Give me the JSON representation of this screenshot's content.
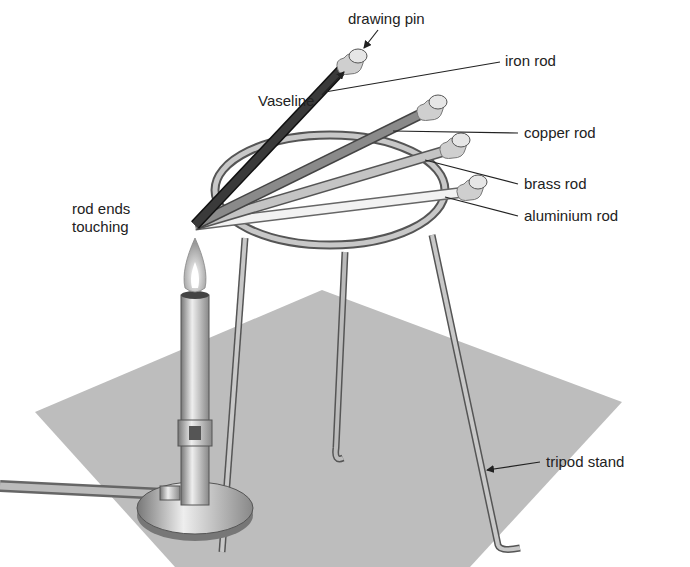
{
  "diagram": {
    "labels": [
      "Vaseline",
      "drawing pin",
      "iron rod",
      "copper rod",
      "brass rod",
      "aluminium rod",
      "rod ends touching",
      "tripod stand"
    ]
  }
}
